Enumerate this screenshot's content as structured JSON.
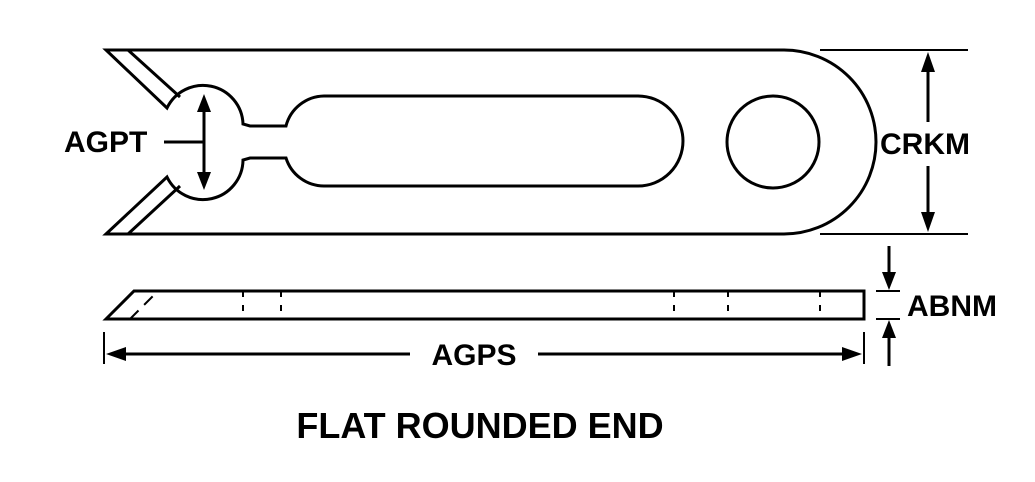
{
  "labels": {
    "agpt": "AGPT",
    "crkm": "CRKM",
    "abnm": "ABNM",
    "agps": "AGPS"
  },
  "caption": "FLAT ROUNDED END"
}
